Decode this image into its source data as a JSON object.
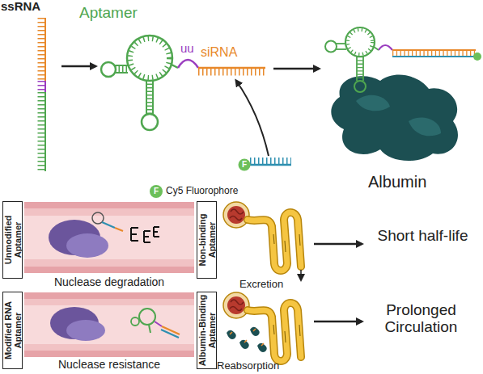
{
  "diagram": {
    "nodes": [
      {
        "text": [
          "Unmodified Aptamer"
        ]
      },
      {
        "text": [
          "Modified RNA Aptamer"
        ]
      },
      {
        "text": [
          "Non-binding Aptamer"
        ]
      },
      {
        "text": [
          "Albumin-Binding Aptamer"
        ]
      }
    ],
    "labels": [
      "ssRNA",
      "Aptamer",
      "uu",
      "siRNA",
      "F",
      "F",
      "Cy5 Fluorophore",
      "Albumin",
      "Nuclease degradation",
      "Excretion",
      "Short half-life",
      "Nuclease resistance",
      "Reabsorption",
      "Prolonged Circulation"
    ]
  }
}
